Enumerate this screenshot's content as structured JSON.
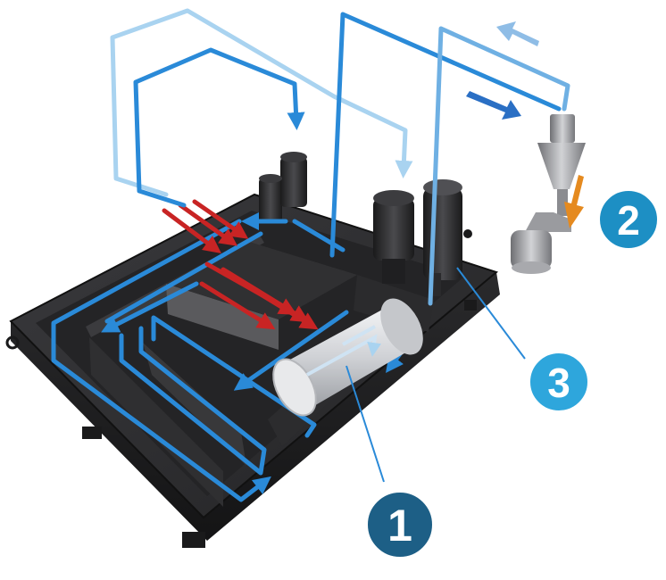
{
  "callouts": [
    {
      "id": "1",
      "label": "1",
      "color": "#1d5f86"
    },
    {
      "id": "2",
      "label": "2",
      "color": "#1d8fc4"
    },
    {
      "id": "3",
      "label": "3",
      "color": "#2ea6dc"
    }
  ],
  "colors": {
    "tank": "#2d2d2f",
    "tank_edge": "#1a1a1b",
    "flow_cold": "#2a8ad8",
    "flow_cold_light": "#a9d3f0",
    "flow_hot": "#c82424",
    "flow_warm": "#e58a1f",
    "cylinder": "#d9dadd"
  },
  "icons": [
    "callout-badge",
    "flow-arrow",
    "pump-icon",
    "filter-housing-icon",
    "cyclone-separator-icon"
  ]
}
